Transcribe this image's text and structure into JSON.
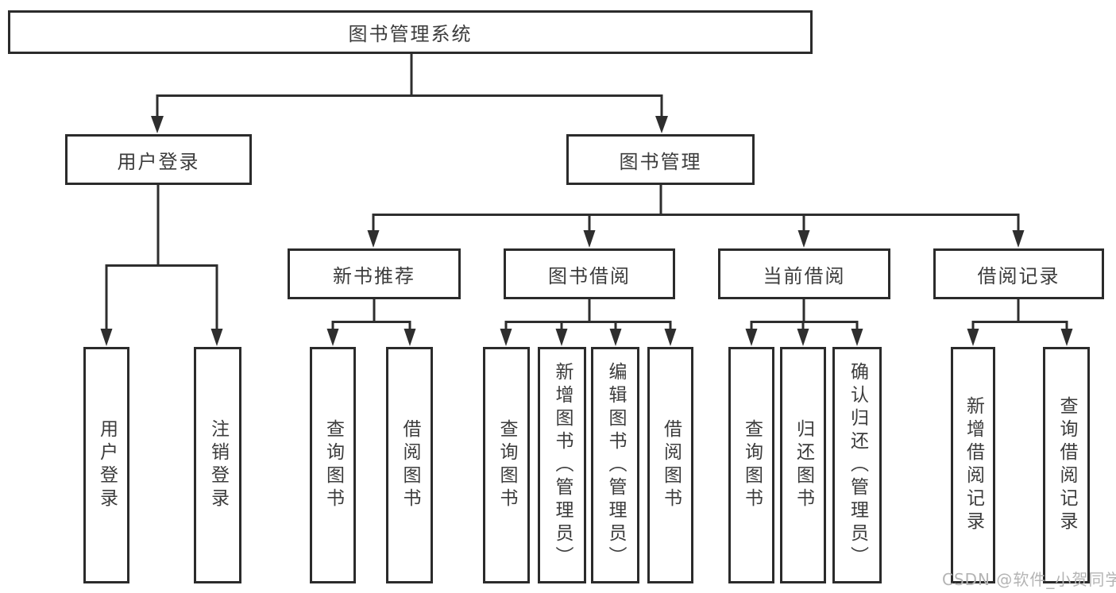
{
  "tree": {
    "root": {
      "label": "图书管理系统",
      "children": [
        {
          "label": "用户登录",
          "children": [
            {
              "label": "用户登录"
            },
            {
              "label": "注销登录"
            }
          ]
        },
        {
          "label": "图书管理",
          "children": [
            {
              "label": "新书推荐",
              "children": [
                {
                  "label": "查询图书"
                },
                {
                  "label": "借阅图书"
                }
              ]
            },
            {
              "label": "图书借阅",
              "children": [
                {
                  "label": "查询图书"
                },
                {
                  "label": "新增图书（管理员）"
                },
                {
                  "label": "编辑图书（管理员）"
                },
                {
                  "label": "借阅图书"
                }
              ]
            },
            {
              "label": "当前借阅",
              "children": [
                {
                  "label": "查询图书"
                },
                {
                  "label": "归还图书"
                },
                {
                  "label": "确认归还（管理员）"
                }
              ]
            },
            {
              "label": "借阅记录",
              "children": [
                {
                  "label": "新增借阅记录"
                },
                {
                  "label": "查询借阅记录"
                }
              ]
            }
          ]
        }
      ]
    }
  },
  "watermark": {
    "text": "CSDN @软件_小贺同学"
  },
  "colors": {
    "line": "#2e2e2e",
    "box_border": "#2b2b2b",
    "text": "#3c3c3c",
    "watermark": "#b4b4b4",
    "background": "#ffffff"
  }
}
